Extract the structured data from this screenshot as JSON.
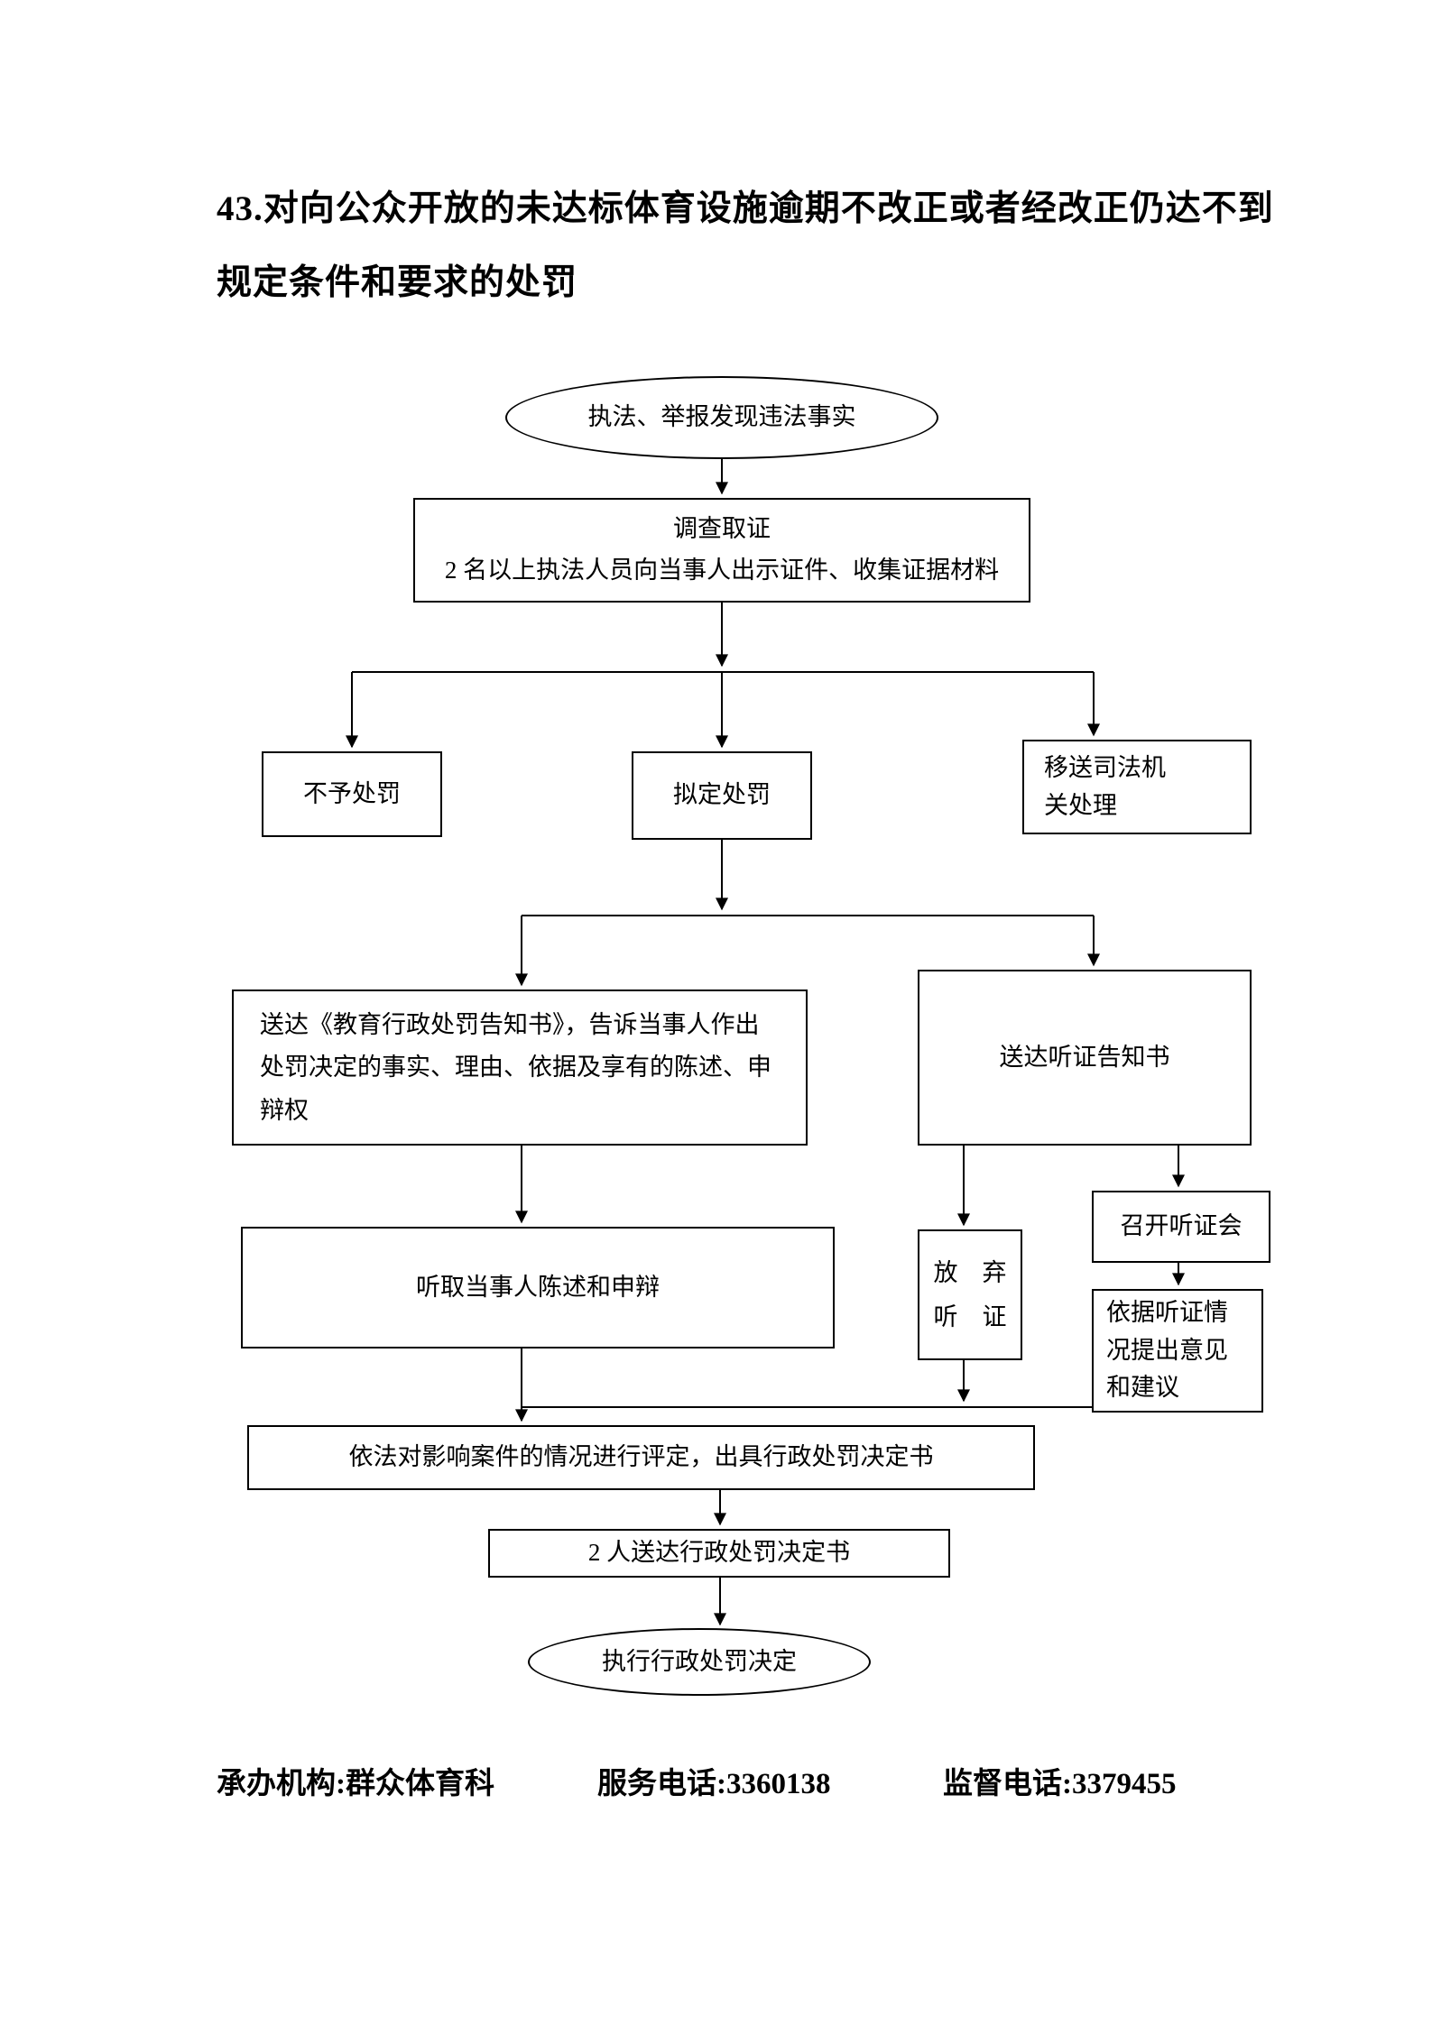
{
  "title": {
    "line1": "43.对向公众开放的未达标体育设施逾期不改正或者经改正仍达不到",
    "line2": "规定条件和要求的处罚"
  },
  "flowchart": {
    "start": "执法、举报发现违法事实",
    "investigate": [
      "调查取证",
      "2 名以上执法人员向当事人出示证件、收集证据材料"
    ],
    "no_punish": "不予处罚",
    "draft_punish": "拟定处罚",
    "transfer": [
      "移送司法机",
      "关处理"
    ],
    "notify": "送达《教育行政处罚告知书》，告诉当事人作出处罚决定的事实、理由、依据及享有的陈述、申辩权",
    "hearing_notice": "送达听证告知书",
    "listen": "听取当事人陈述和申辩",
    "waive": [
      "放　弃",
      "听　证"
    ],
    "hold_hearing": "召开听证会",
    "hearing_opinion": [
      "依据听证情",
      "况提出意见",
      "和建议"
    ],
    "decide": "依法对影响案件的情况进行评定，出具行政处罚决定书",
    "deliver": "2 人送达行政处罚决定书",
    "execute": "执行行政处罚决定"
  },
  "footer": {
    "agency": "承办机构:群众体育科",
    "service_phone": "服务电话:3360138",
    "supervise_phone": "监督电话:3379455"
  },
  "colors": {
    "ink": "#000000",
    "background": "#ffffff"
  }
}
